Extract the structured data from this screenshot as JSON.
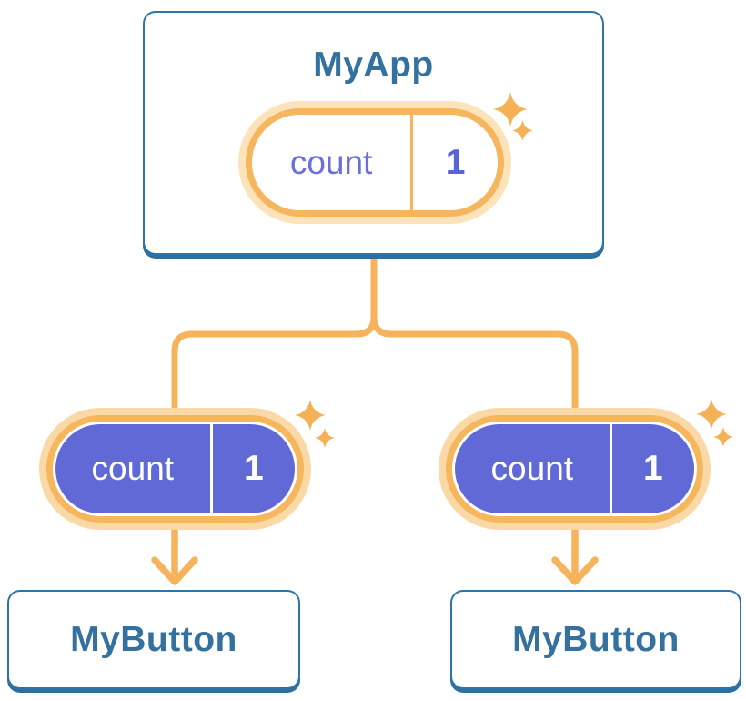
{
  "diagram": {
    "root_card": {
      "title": "MyApp",
      "state": {
        "name": "count",
        "value": "1"
      }
    },
    "child_cards": [
      {
        "title": "MyButton",
        "prop": {
          "name": "count",
          "value": "1"
        }
      },
      {
        "title": "MyButton",
        "prop": {
          "name": "count",
          "value": "1"
        }
      }
    ]
  },
  "icons": {
    "sparkle": "four-point-star",
    "arrow": "downward-arrow"
  },
  "colors": {
    "card_border_blue": "#2e74a8",
    "title_text_blue": "#34719e",
    "connector_orange": "#f6b35b",
    "pill_ring_orange": "#f6b65d",
    "pill_halo_light": "#fbd9a6",
    "state_fill_purple": "#6169d6",
    "state_text_purple": "#6a6fdb",
    "pill_inner_white": "#ffffff",
    "background": "#ffffff"
  }
}
